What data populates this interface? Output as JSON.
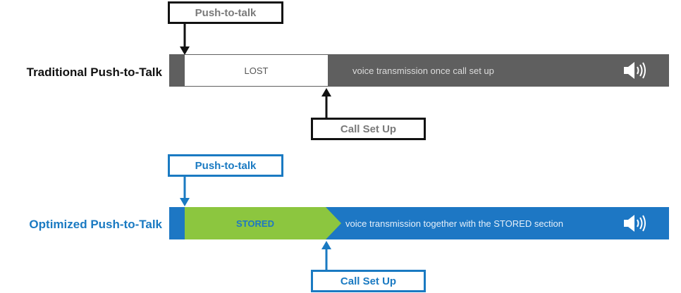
{
  "traditional": {
    "label": "Traditional Push-to-Talk",
    "push_callout": "Push-to-talk",
    "lost_label": "LOST",
    "voice_text": "voice transmission once call set up",
    "setup_callout": "Call Set Up",
    "speaker_icon": "speaker-icon"
  },
  "optimized": {
    "label": "Optimized Push-to-Talk",
    "push_callout": "Push-to-talk",
    "stored_label": "STORED",
    "voice_text": "voice transmission together with the STORED section",
    "setup_callout": "Call Set Up",
    "speaker_icon": "speaker-icon"
  },
  "colors": {
    "traditional_bar": "#5f5f5f",
    "optimized_bar": "#1d77c4",
    "stored_fill": "#8cc63f",
    "callout_blue": "#1a7ac2",
    "callout_black": "#111111"
  }
}
